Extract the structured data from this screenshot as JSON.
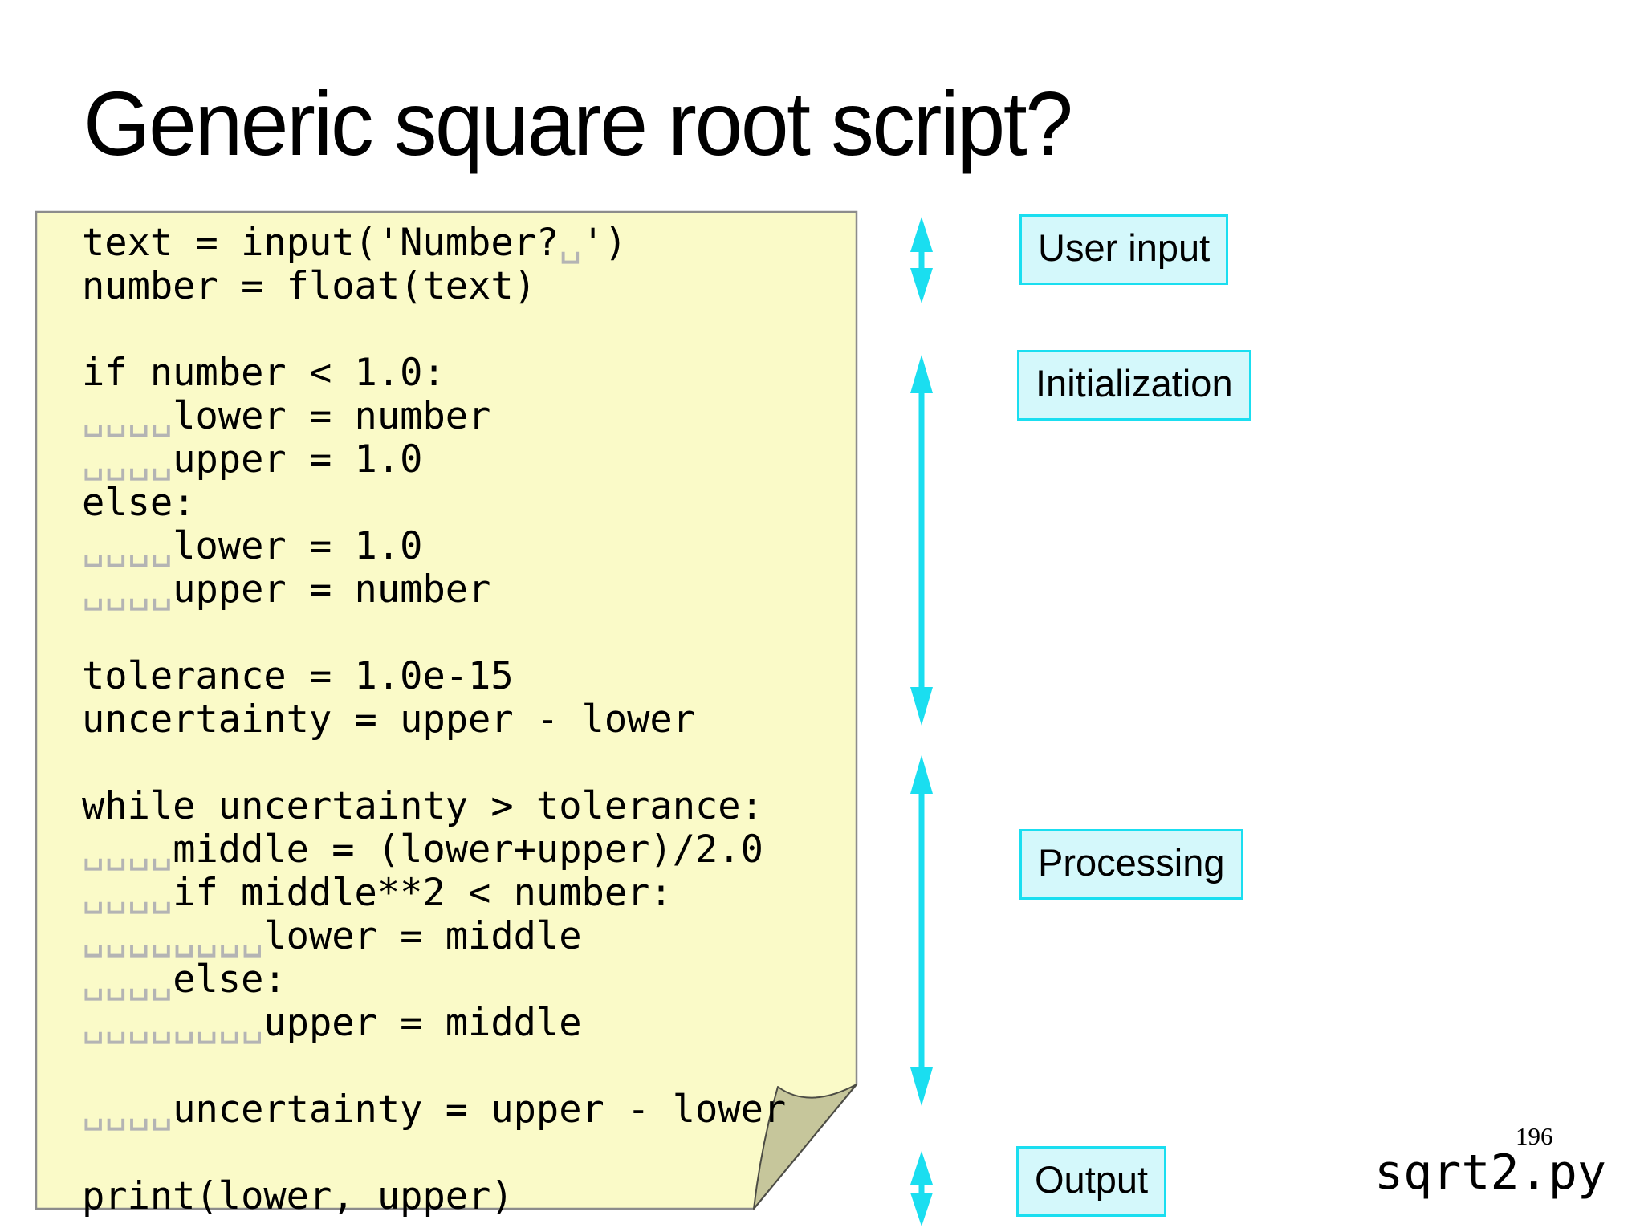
{
  "slide": {
    "title": "Generic square root script?",
    "page_number": "196",
    "script_name": "sqrt2.py"
  },
  "code": {
    "lines": [
      "text = input('Number?␣')",
      "number = float(text)",
      "",
      "if number < 1.0:",
      "␣␣␣␣lower = number",
      "␣␣␣␣upper = 1.0",
      "else:",
      "␣␣␣␣lower = 1.0",
      "␣␣␣␣upper = number",
      "",
      "tolerance = 1.0e-15",
      "uncertainty = upper - lower",
      "",
      "while uncertainty > tolerance:",
      "␣␣␣␣middle = (lower+upper)/2.0",
      "␣␣␣␣if middle**2 < number:",
      "␣␣␣␣␣␣␣␣lower = middle",
      "␣␣␣␣else:",
      "␣␣␣␣␣␣␣␣upper = middle",
      "",
      "␣␣␣␣uncertainty = upper - lower",
      "",
      "print(lower, upper)"
    ]
  },
  "annotations": [
    {
      "label": "User input"
    },
    {
      "label": "Initialization"
    },
    {
      "label": "Processing"
    },
    {
      "label": "Output"
    }
  ],
  "theme": {
    "background": "#ffffff",
    "text": "#000000",
    "note_bg": "#fafac8",
    "note_border": "#8c8c8c",
    "fold_fill": "#c6c69b",
    "fold_stroke": "#4c4c44",
    "accent_cyan": "#1adef0",
    "label_bg": "#d4f8fb",
    "whitespace_marker": "#b4b4b4"
  }
}
